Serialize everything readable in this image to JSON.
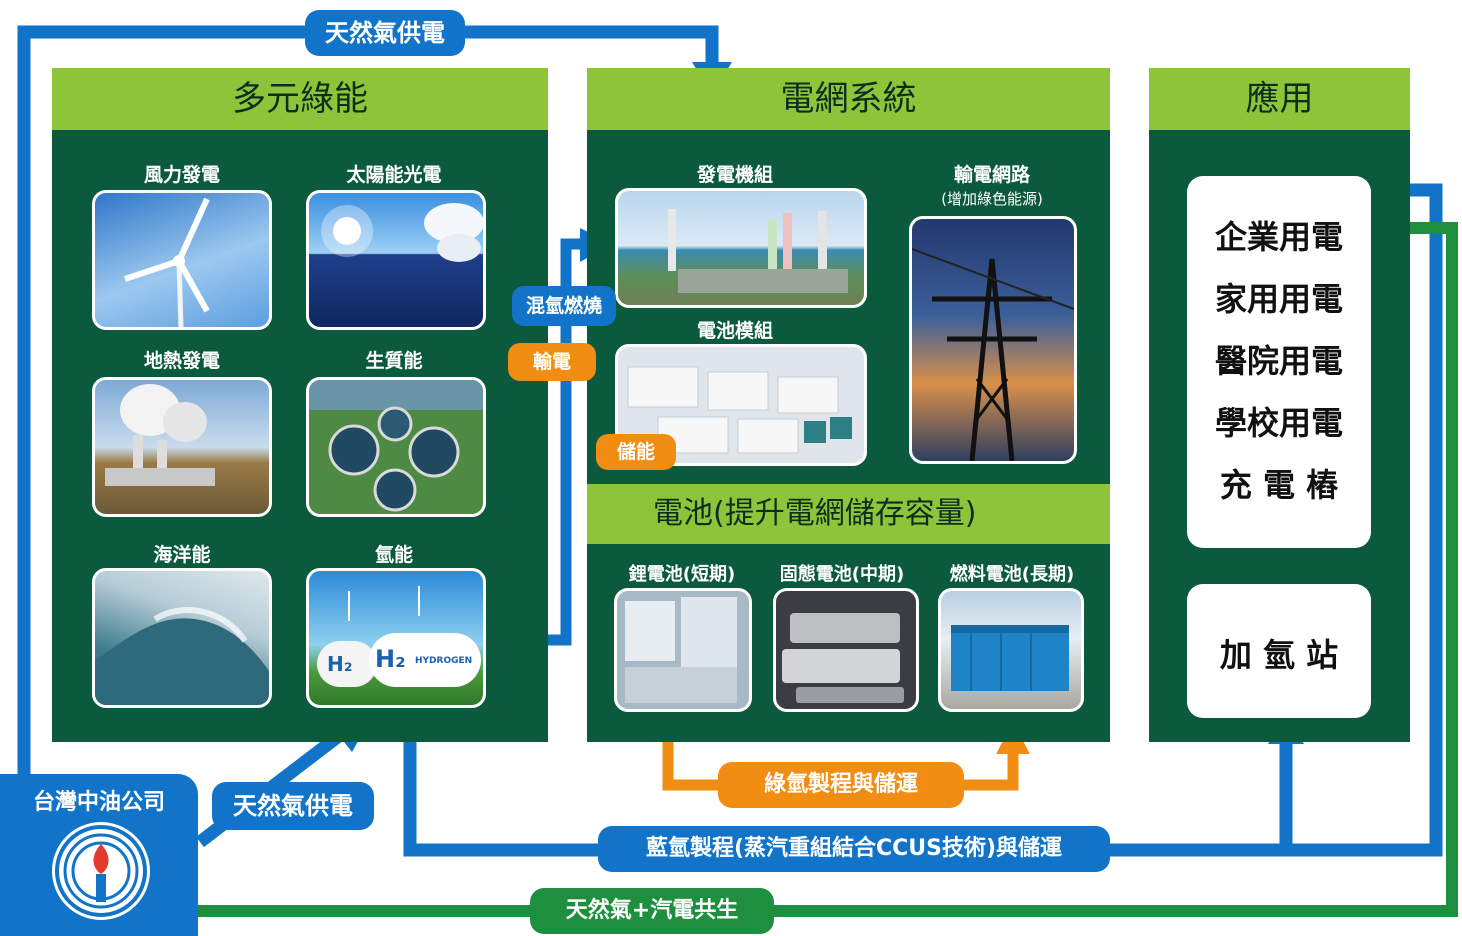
{
  "flows": {
    "top_gas": "天然氣供電",
    "left_gas": "天然氣供電",
    "hydrogen_mix": "混氫燃燒",
    "transmission": "輸電",
    "storage": "儲能",
    "green_hydrogen": "綠氫製程與儲運",
    "blue_hydrogen": "藍氫製程(蒸汽重組結合CCUS技術)與儲運",
    "cogeneration": "天然氣+汽電共生"
  },
  "company": {
    "name": "台灣中油公司"
  },
  "green_energy": {
    "title": "多元綠能",
    "items": [
      {
        "label": "風力發電",
        "icon": "wind-turbine"
      },
      {
        "label": "太陽能光電",
        "icon": "solar-panel"
      },
      {
        "label": "地熱發電",
        "icon": "geothermal-plant"
      },
      {
        "label": "生質能",
        "icon": "biomass-plant"
      },
      {
        "label": "海洋能",
        "icon": "ocean-wave"
      },
      {
        "label": "氫能",
        "icon": "hydrogen-tanks"
      }
    ]
  },
  "grid": {
    "title": "電網系統",
    "generator_label": "發電機組",
    "battery_module_label": "電池模組",
    "transmission_label": "輸電網路",
    "transmission_sub": "(增加綠色能源)",
    "battery_bar": "電池(提升電網儲存容量)",
    "batteries": [
      {
        "label": "鋰電池(短期)"
      },
      {
        "label": "固態電池(中期)"
      },
      {
        "label": "燃料電池(長期)"
      }
    ]
  },
  "application": {
    "title": "應用",
    "uses": [
      "企業用電",
      "家用用電",
      "醫院用電",
      "學校用電",
      "充 電 樁"
    ],
    "hydrogen_station": "加 氫 站"
  },
  "colors": {
    "panel": "#0c5a3d",
    "header": "#8cc43a",
    "blue": "#1174c9",
    "orange": "#f08d12",
    "green_line": "#1e8f3f"
  }
}
